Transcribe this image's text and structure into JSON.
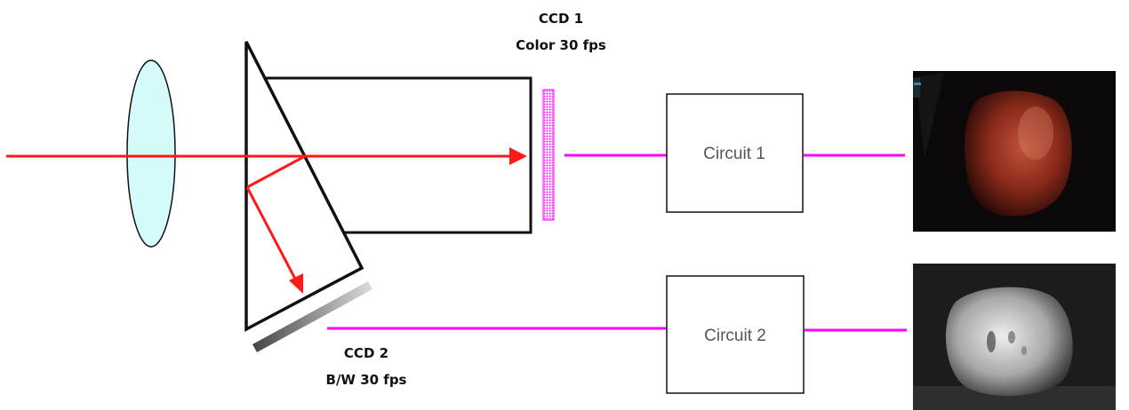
{
  "ccd1": {
    "title": "CCD 1",
    "subtitle": "Color 30 fps"
  },
  "ccd2": {
    "title": "CCD 2",
    "subtitle": "B/W 30 fps"
  },
  "circuit1": {
    "label": "Circuit 1"
  },
  "circuit2": {
    "label": "Circuit 2"
  },
  "images": {
    "color_output": "color-apple-photo",
    "bw_output": "bw-apple-photo"
  },
  "colors": {
    "light_beam": "#ff1a1a",
    "signal_line": "#ff00ff",
    "lens_fill": "#d6fbfb",
    "outline": "#111111"
  }
}
